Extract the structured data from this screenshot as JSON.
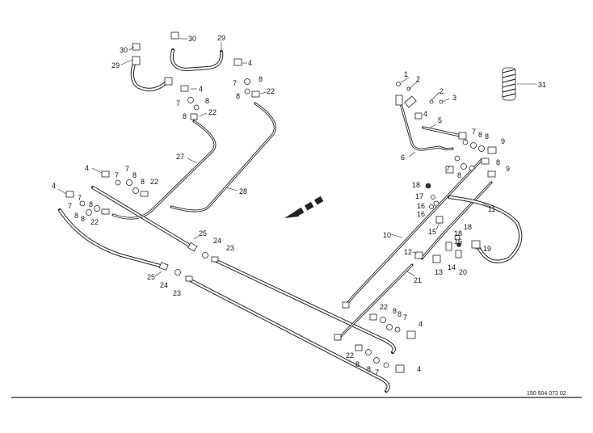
{
  "drawing_number": "150 504 073 02",
  "callouts": {
    "c30a": "30",
    "c29a": "29",
    "c30b": "30",
    "c29b": "29",
    "c4a": "4",
    "c7a": "7",
    "c8a": "8",
    "c8b": "8",
    "c22a": "22",
    "c4b": "4",
    "c7b": "7",
    "c8c": "8",
    "c8d": "8",
    "c22b": "22",
    "c27": "27",
    "c28": "28",
    "c4c": "4",
    "c7c": "7",
    "c8e": "8",
    "c22c": "22",
    "c4d": "4",
    "c7d": "7",
    "c8f": "8",
    "c8g": "8",
    "c22d": "22",
    "c25a": "25",
    "c24a": "24",
    "c23a": "23",
    "c25b": "25",
    "c24b": "24",
    "c23b": "23",
    "c1": "1",
    "c2a": "2",
    "c2b": "2",
    "c3": "3",
    "c4e": "4",
    "c5": "5",
    "c6": "6",
    "c31": "31",
    "c7e": "7",
    "c8h": "8",
    "c9a": "9",
    "c7f": "7",
    "c8i": "8",
    "c8j": "8",
    "c9b": "9",
    "c18a": "18",
    "c17": "17",
    "c16a": "16",
    "c16b": "16",
    "c11": "11",
    "c10": "10",
    "c15": "15",
    "c18b": "18",
    "c16c": "16",
    "c19": "19",
    "c12": "12",
    "c14": "14",
    "c20": "20",
    "c13": "13",
    "c21": "21",
    "c22e": "22",
    "c8k": "8",
    "c8l": "8",
    "c7g": "7",
    "c4f": "4",
    "c22f": "22",
    "c8m": "8",
    "c8n": "8",
    "c7h": "7",
    "c4g": "4"
  }
}
